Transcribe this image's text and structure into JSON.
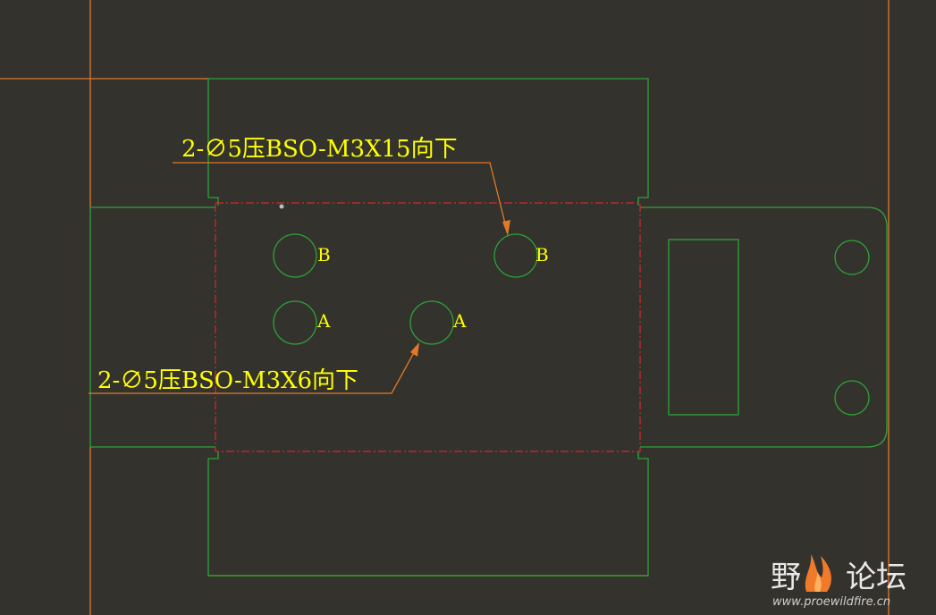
{
  "colors": {
    "background": "#33322d",
    "outline_orange": "#e07a2a",
    "outline_green": "#2fa33a",
    "bend_line_red": "#d42a2a",
    "annotation_yellow": "#ffff00",
    "leader_orange": "#e07a2a"
  },
  "annotations": {
    "top_note": "2-∅5压BSO-M3X15向下",
    "bottom_note": "2-∅5压BSO-M3X6向下"
  },
  "hole_labels": {
    "b_left": "B",
    "b_right": "B",
    "a_left": "A",
    "a_right": "A"
  },
  "watermark": {
    "text_left": "野",
    "text_right": "论坛",
    "url": "www.proewildfire.cn",
    "icon": "flame-icon"
  }
}
